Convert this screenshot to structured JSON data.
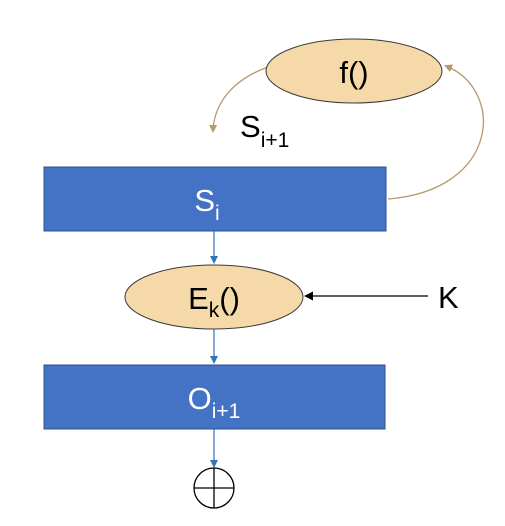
{
  "diagram": {
    "f_func": {
      "text": "f()"
    },
    "s_next": {
      "base": "S",
      "sub": "i+1"
    },
    "state": {
      "base": "S",
      "sub": "i"
    },
    "encrypt": {
      "base": "E",
      "sub": "k",
      "suffix": "()"
    },
    "key": {
      "text": "K"
    },
    "output": {
      "base": "O",
      "sub": "i+1"
    },
    "xor_icon": "xor-circle-plus-icon"
  },
  "colors": {
    "block_fill": "#4472C4",
    "block_stroke": "#2F528F",
    "ellipse_fill": "#F5D9A8",
    "ellipse_stroke": "#3A3A3A",
    "feedback_arrow": "#B8976B",
    "flow_arrow": "#2E75B6",
    "key_arrow": "#000000",
    "block_text": "#ffffff",
    "text": "#000000"
  }
}
